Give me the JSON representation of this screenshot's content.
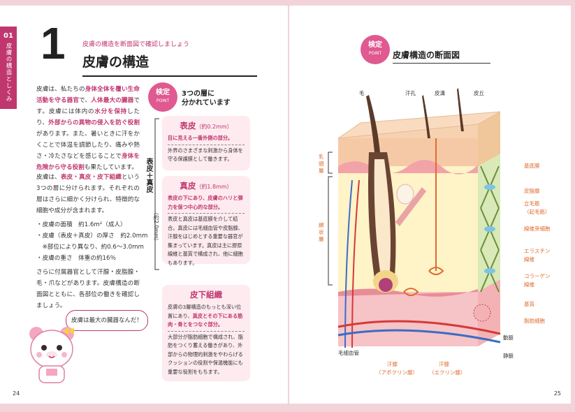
{
  "left": {
    "tab_number": "01",
    "tab_label": "皮膚の構造としくみ",
    "big_number": "1",
    "subtitle": "皮膚の構造を断面図で確認しましょう",
    "title": "皮膚の構造",
    "para1_a": "皮膚は、私たちの",
    "para1_b": "身体全体を覆い生命活動を守る器官",
    "para1_c": "で、",
    "para1_d": "人体最大の臓器",
    "para1_e": "です。皮膚には体内の",
    "para1_f": "水分を保持",
    "para1_g": "したり、",
    "para1_h": "外部からの異物の侵入を防ぐ役割",
    "para1_i": "があります。また、暑いときに汗をかくことで体温を調節したり、痛みや熱さ・冷たさなどを感じることで",
    "para1_j": "身体を危険から守る役割",
    "para1_k": "も果たしています。",
    "para2_a": "皮膚は、",
    "para2_b": "表皮・真皮・皮下組織",
    "para2_c": "という3つの層に分けられます。それぞれの層はさらに細かく分けられ、特徴的な細胞や成分が含まれます。",
    "facts": [
      "・皮膚の面積　約1.6m²（成人）",
      "・皮膚（表皮＋真皮）の厚さ　約2.0mm",
      "　※部位により異なり、約0.6～3.0mm",
      "・皮膚の重さ　体重の約16％"
    ],
    "para3": "さらに付属器官として汗腺・皮脂腺・毛・爪などがあります。皮膚構造の断面図とともに、各部位の働きを確認しましょう。",
    "kentei": "検定",
    "kentei_sub": "POINT",
    "layers_head_1": "3つの層に",
    "layers_head_2": "分かれています",
    "vertical_label": "表皮＋真皮",
    "vertical_sub": "（約2.0mm）",
    "epidermis_title": "表皮",
    "epidermis_size": "（約0.2mm）",
    "epidermis_point": "目に見える一番外側の部分。",
    "epidermis_desc": "外界のさまざまな刺激から身体を守る保護膜として働きます。",
    "dermis_title": "真皮",
    "dermis_size": "（約1.8mm）",
    "dermis_point": "表皮の下にあり、皮膚のハリと弾力を保つ中心的な部分。",
    "dermis_desc": "表皮と真皮は基底膜を介して結合。真皮には毛細血管や皮脂腺、汗腺をはじめとする重要な器官が集まっています。真皮は主に膠原線維と基質で構成され、他に細胞もあります。",
    "subq_title": "皮下組織",
    "subq_point_pre": "皮膚の3層構造のもっとも深い位置にあり、",
    "subq_point": "真皮とその下にある筋肉・骨とをつなぐ部分。",
    "subq_desc": "大部分が脂肪細胞で構成され、脂肪をつくり蓄える働きがあり、外部からの物理的刺激をやわらげるクッションの役割や保温機能にも重要な役割をもちます。",
    "bubble": "皮膚は最大の臓器なんだ！",
    "page_no": "24"
  },
  "right": {
    "kentei": "検定",
    "kentei_sub": "POINT",
    "title": "皮膚構造の断面図",
    "labels": {
      "hair": "毛",
      "sweat_pore": "汗孔",
      "sulcus": "皮溝",
      "crista": "皮丘",
      "papillary": "乳頭層",
      "reticular": "網状層",
      "basement": "基底膜",
      "sebaceous": "皮脂腺",
      "arrector": "立毛筋",
      "arrector_sub": "（起毛筋）",
      "fibroblast": "線維芽細胞",
      "elastin": "エラスチン",
      "elastin2": "線維",
      "collagen": "コラーゲン",
      "collagen2": "線維",
      "matrix": "基質",
      "fat": "脂肪細胞",
      "artery": "動脈",
      "vein": "静脈",
      "capillary": "毛細血管",
      "apocrine": "汗腺",
      "apocrine_sub": "（アポクリン腺）",
      "eccrine": "汗腺",
      "eccrine_sub": "（エクリン腺）"
    },
    "page_no": "25"
  },
  "colors": {
    "accent": "#c0366e",
    "pink_light": "#fdebf0",
    "background": "#f3d3da"
  }
}
